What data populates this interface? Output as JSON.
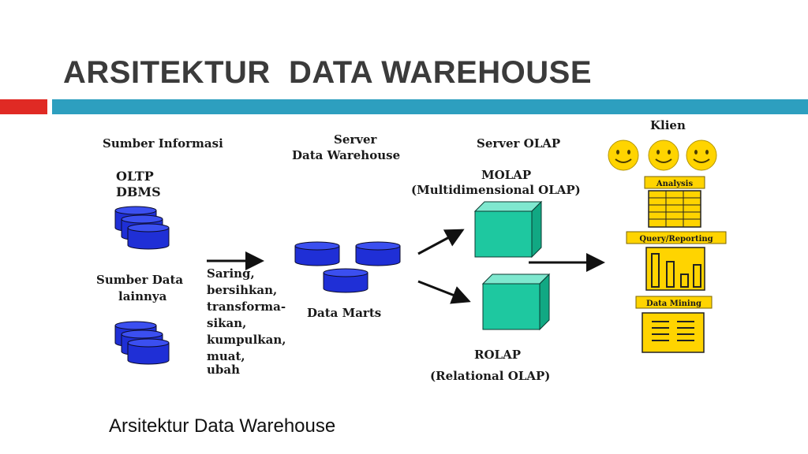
{
  "slide": {
    "title": "ARSITEKTUR  DATA WAREHOUSE",
    "caption": "Arsitektur Data Warehouse"
  },
  "colors": {
    "accent_red": "#e02a24",
    "accent_blue": "#2d9fbf",
    "cylinder_blue": "#1f2fd6",
    "cube_green": "#1ec8a0",
    "client_yellow": "#ffd400"
  },
  "diagram": {
    "sources": {
      "header": "Sumber Informasi",
      "oltp_line1": "OLTP",
      "oltp_line2": "DBMS",
      "other_line1": "Sumber Data",
      "other_line2": "lainnya"
    },
    "process_steps": [
      "Saring,",
      "bersihkan,",
      "transforma-",
      "sikan,",
      "kumpulkan,",
      "muat,",
      "ubah"
    ],
    "warehouse": {
      "header_line1": "Server",
      "header_line2": "Data Warehouse",
      "marts_label": "Data Marts"
    },
    "olap": {
      "header": "Server OLAP",
      "molap_line1": "MOLAP",
      "molap_line2": "(Multidimensional OLAP)",
      "rolap_line1": "ROLAP",
      "rolap_line2": "(Relational OLAP)"
    },
    "client": {
      "header": "Klien",
      "smiley": "^^",
      "analysis": "Analysis",
      "query_reporting": "Query/Reporting",
      "data_mining": "Data Mining"
    }
  }
}
